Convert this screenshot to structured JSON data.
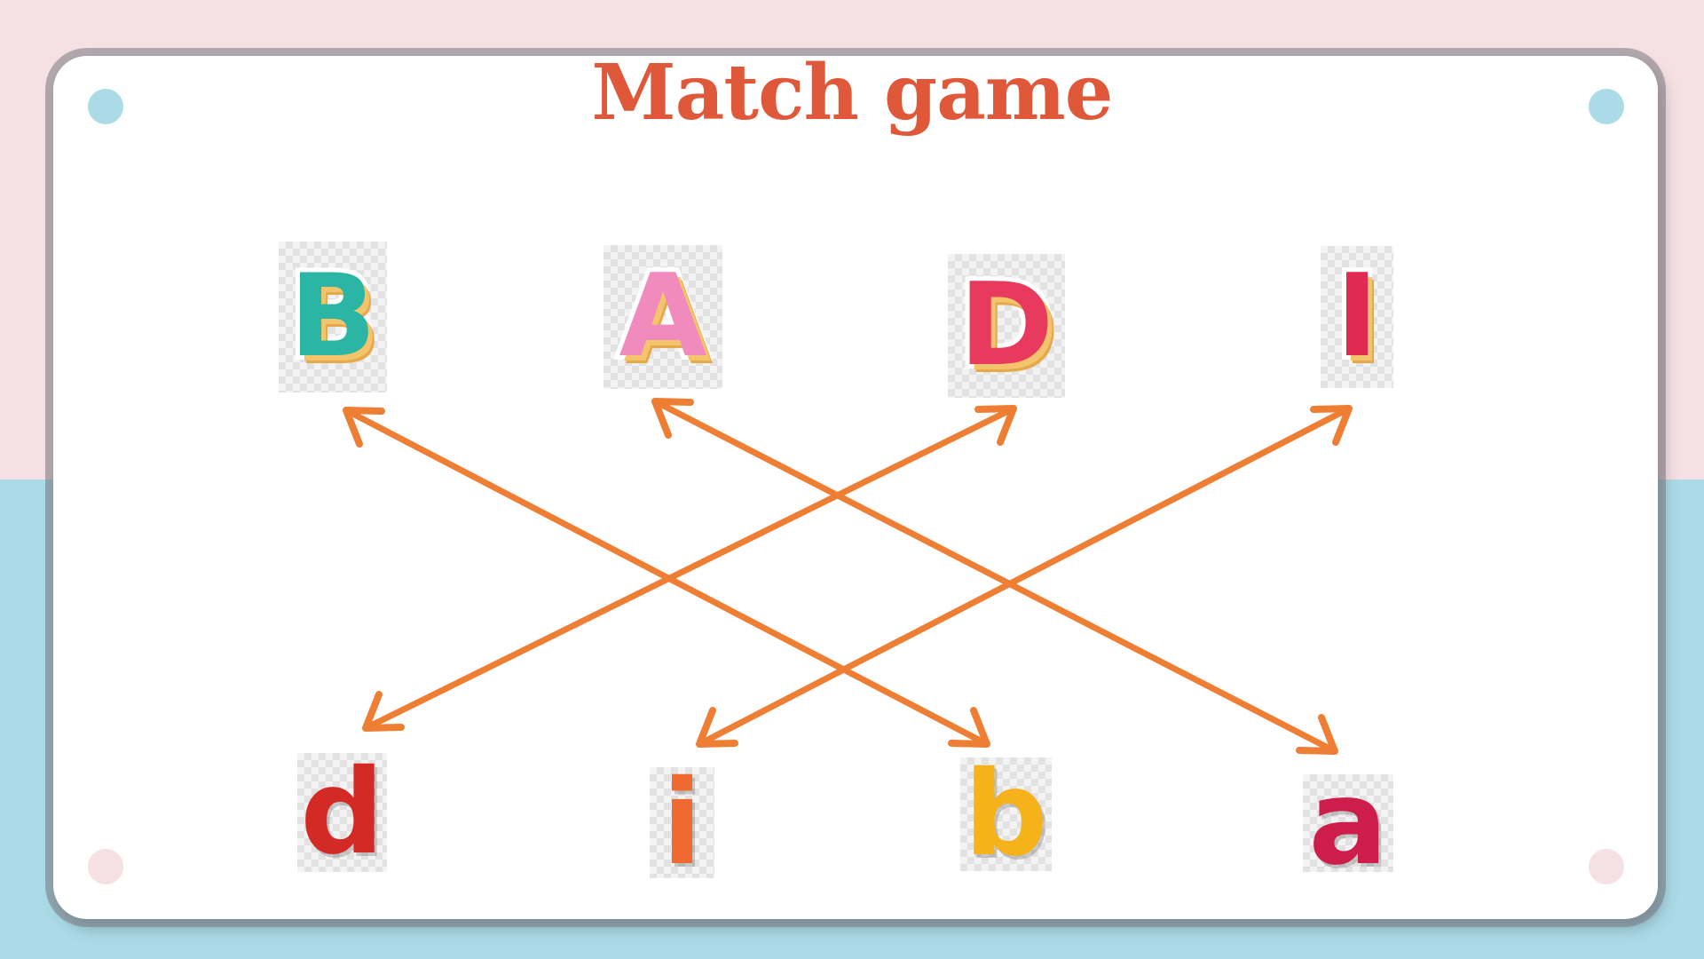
{
  "title": "Match game",
  "colors": {
    "bg_top": "#f5e0e3",
    "bg_bottom": "#acdbe8",
    "title": "#e0583a",
    "arrow": "#ee7e34",
    "dot_blue": "#acdbe8",
    "dot_pink": "#f5e0e3"
  },
  "uppercase_letters": [
    {
      "letter": "B",
      "color": "#2bb5a4"
    },
    {
      "letter": "A",
      "color": "#f28bbd"
    },
    {
      "letter": "D",
      "color": "#e8395e"
    },
    {
      "letter": "I",
      "color": "#e02a52"
    }
  ],
  "lowercase_letters": [
    {
      "letter": "d",
      "color": "#d42a25"
    },
    {
      "letter": "i",
      "color": "#ee6a2e"
    },
    {
      "letter": "b",
      "color": "#f5b21a"
    },
    {
      "letter": "a",
      "color": "#cc1d4b"
    }
  ],
  "matches": [
    {
      "upper": "B",
      "lower": "b"
    },
    {
      "upper": "A",
      "lower": "a"
    },
    {
      "upper": "D",
      "lower": "d"
    },
    {
      "upper": "I",
      "lower": "i"
    }
  ]
}
